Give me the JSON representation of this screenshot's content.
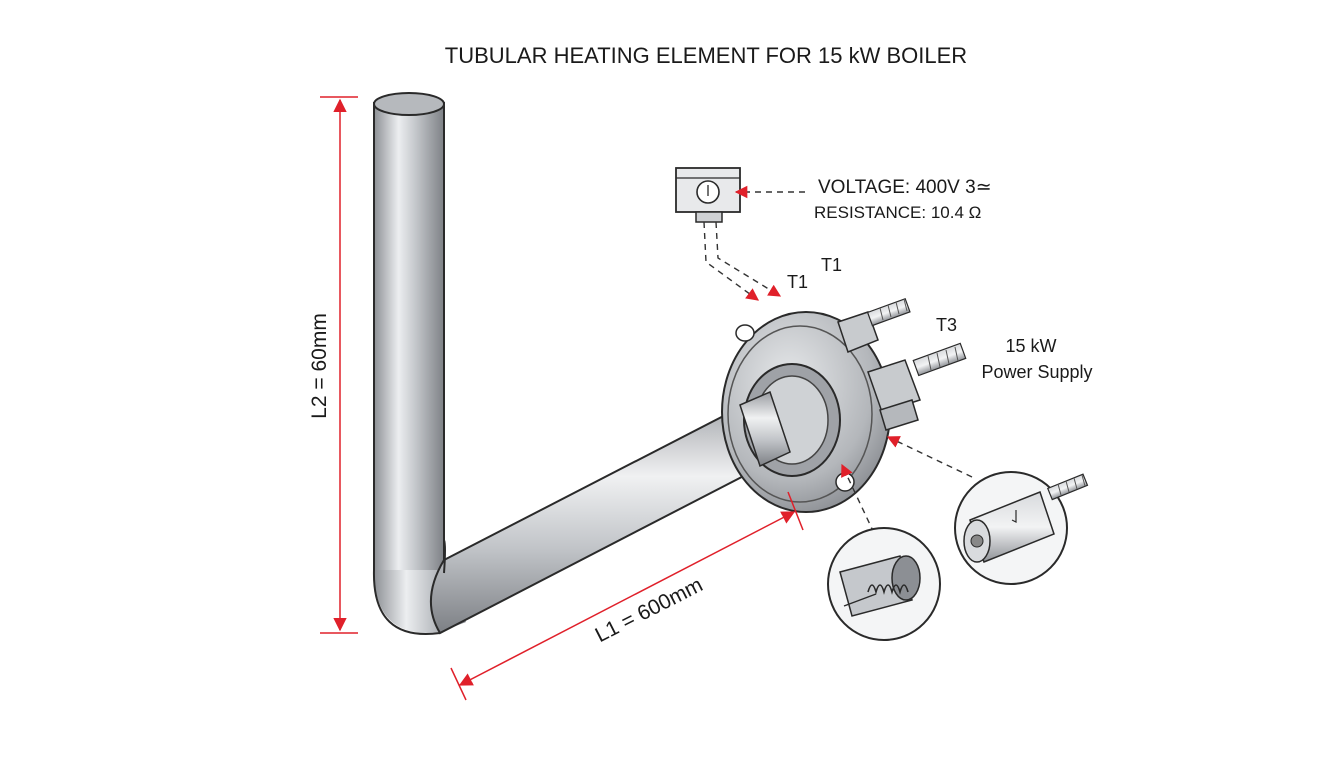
{
  "title": "TUBULAR HEATING ELEMENT FOR 15 kW BOILER",
  "dimensions": {
    "vertical_leg": "L2 = 60mm",
    "horizontal_leg": "L1 = 600mm"
  },
  "electrical": {
    "voltage": "VOLTAGE: 400V 3≃",
    "resistance": "RESISTANCE: 10.4 Ω"
  },
  "terminals": {
    "t1_a": "T1",
    "t1_b": "T1",
    "t3": "T3"
  },
  "power": {
    "rating": "15 kW",
    "label": "Power Supply"
  },
  "colors": {
    "dimension_lines": "#e0202a",
    "steel": "#b9bcc0",
    "outline": "#2a2a2a"
  }
}
